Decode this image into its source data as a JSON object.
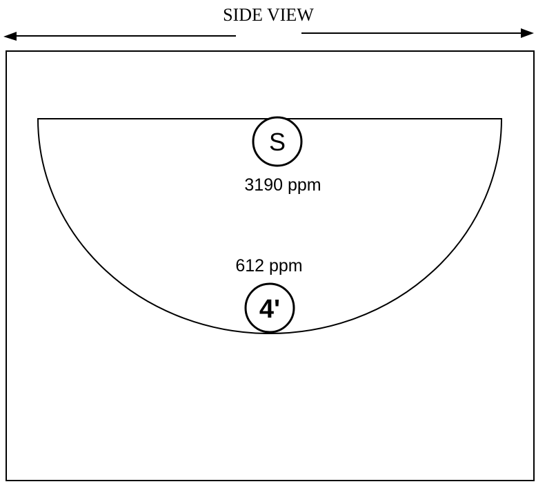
{
  "title": "SIDE VIEW",
  "markers": {
    "top": {
      "label": "S",
      "reading": "3190 ppm"
    },
    "bottom": {
      "label": "4'",
      "reading": "612 ppm"
    }
  }
}
